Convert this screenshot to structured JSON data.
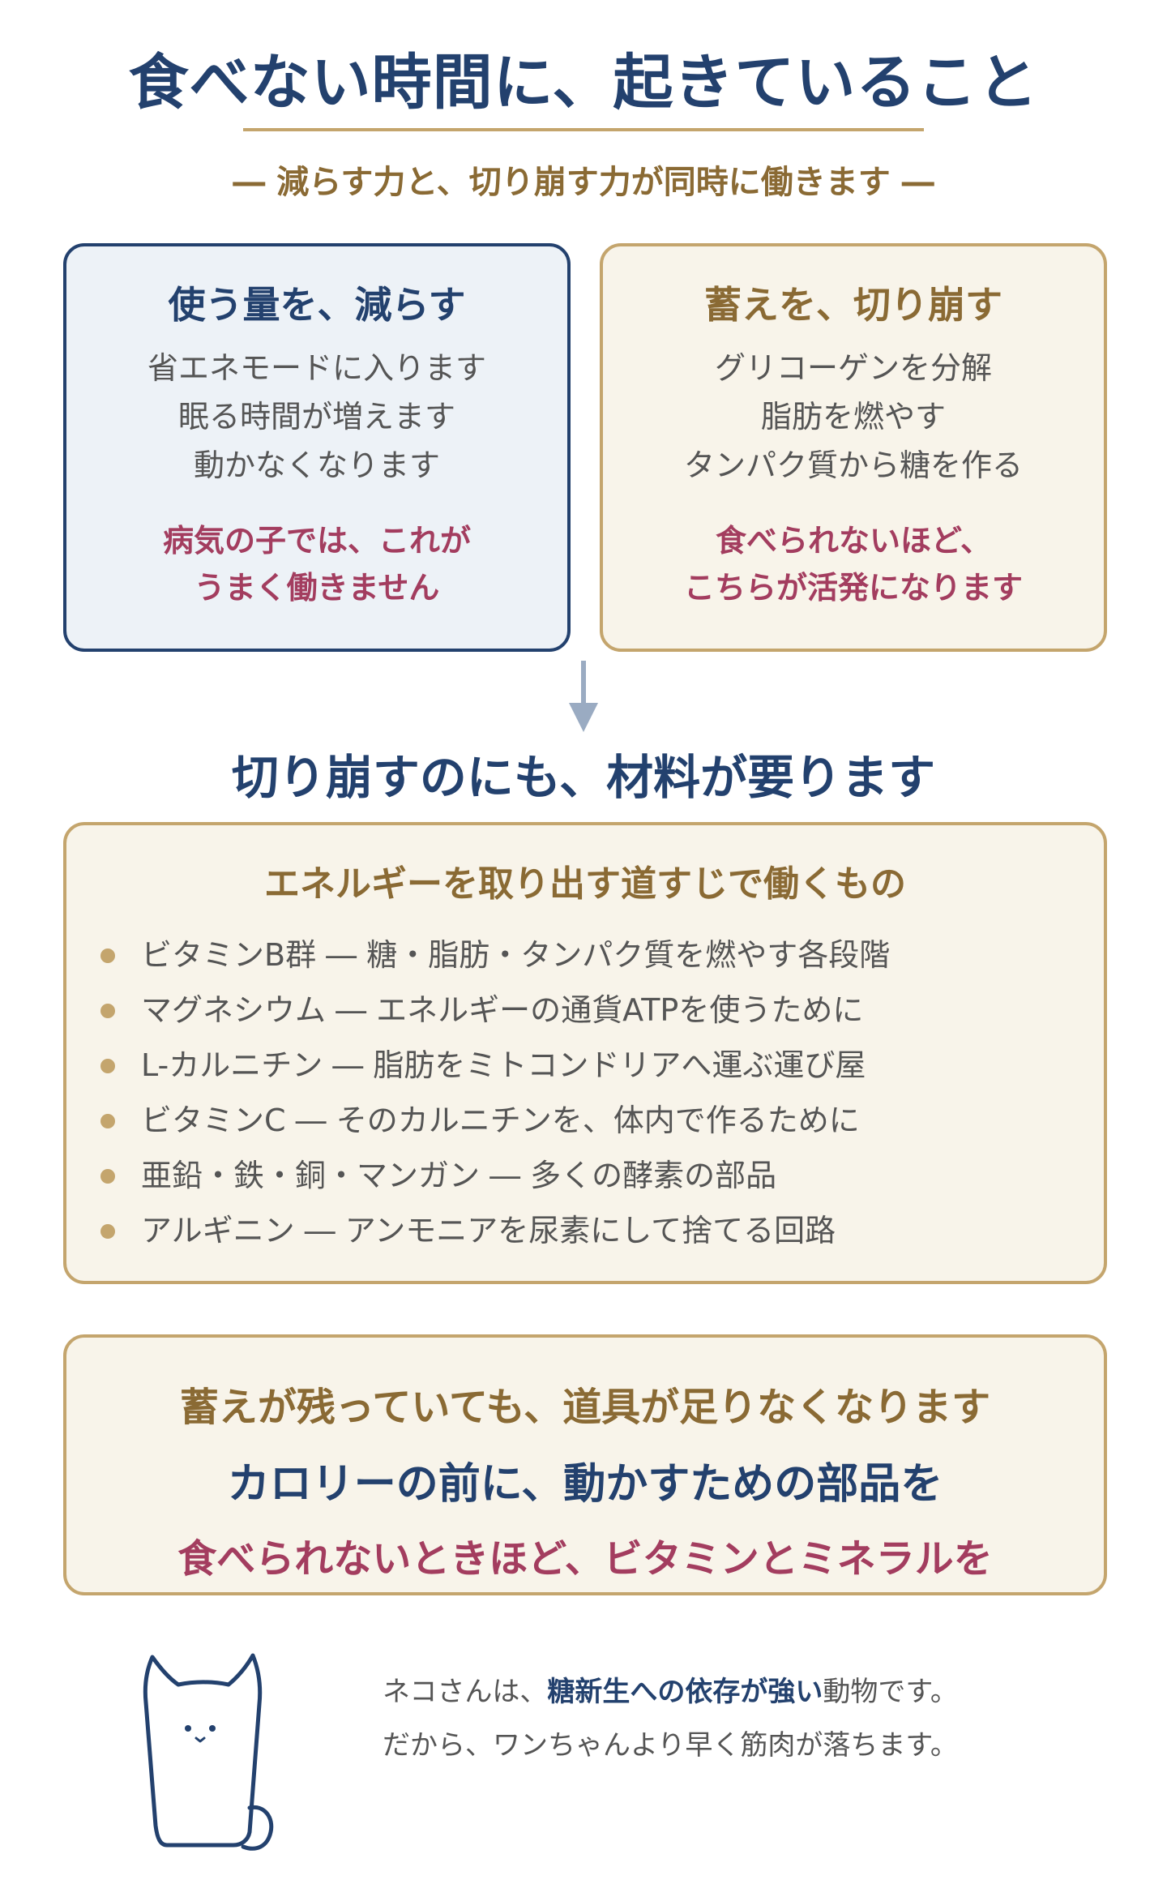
{
  "header": {
    "title": "食べない時間に、起きていること",
    "subtitle": "― 減らす力と、切り崩す力が同時に働きます ―"
  },
  "left_card": {
    "title": "使う量を、減らす",
    "lines": [
      "省エネモードに入ります",
      "眠る時間が増えます",
      "動かなくなります"
    ],
    "note": [
      "病気の子では、これが",
      "うまく働きません"
    ]
  },
  "right_card": {
    "title": "蓄えを、切り崩す",
    "lines": [
      "グリコーゲンを分解",
      "脂肪を燃やす",
      "タンパク質から糖を作る"
    ],
    "note": [
      "食べられないほど、",
      "こちらが活発になります"
    ]
  },
  "section_title": "切り崩すのにも、材料が要ります",
  "materials": {
    "heading": "エネルギーを取り出す道すじで働くもの",
    "items": [
      "ビタミンB群 ― 糖・脂肪・タンパク質を燃やす各段階",
      "マグネシウム ― エネルギーの通貨ATPを使うために",
      "L-カルニチン ― 脂肪をミトコンドリアへ運ぶ運び屋",
      "ビタミンC ― そのカルニチンを、体内で作るために",
      "亜鉛・鉄・銅・マンガン ― 多くの酵素の部品",
      "アルギニン ― アンモニアを尿素にして捨てる回路"
    ]
  },
  "summary": {
    "line1": "蓄えが残っていても、道具が足りなくなります",
    "line2": "カロリーの前に、動かすための部品を",
    "line3": "食べられないときほど、ビタミンとミネラルを"
  },
  "footer": {
    "line1_pre": "ネコさんは、",
    "line1_strong": "糖新生への依存が強い",
    "line1_post": "動物です。",
    "line2": "だから、ワンちゃんより早く筋肉が落ちます。"
  },
  "colors": {
    "navy": "#23416e",
    "gold": "#c4a56d",
    "brown": "#8a6a34",
    "rose": "#a33d5f"
  },
  "icons": {
    "arrow": "arrow-down-icon",
    "cat": "cat-icon"
  }
}
